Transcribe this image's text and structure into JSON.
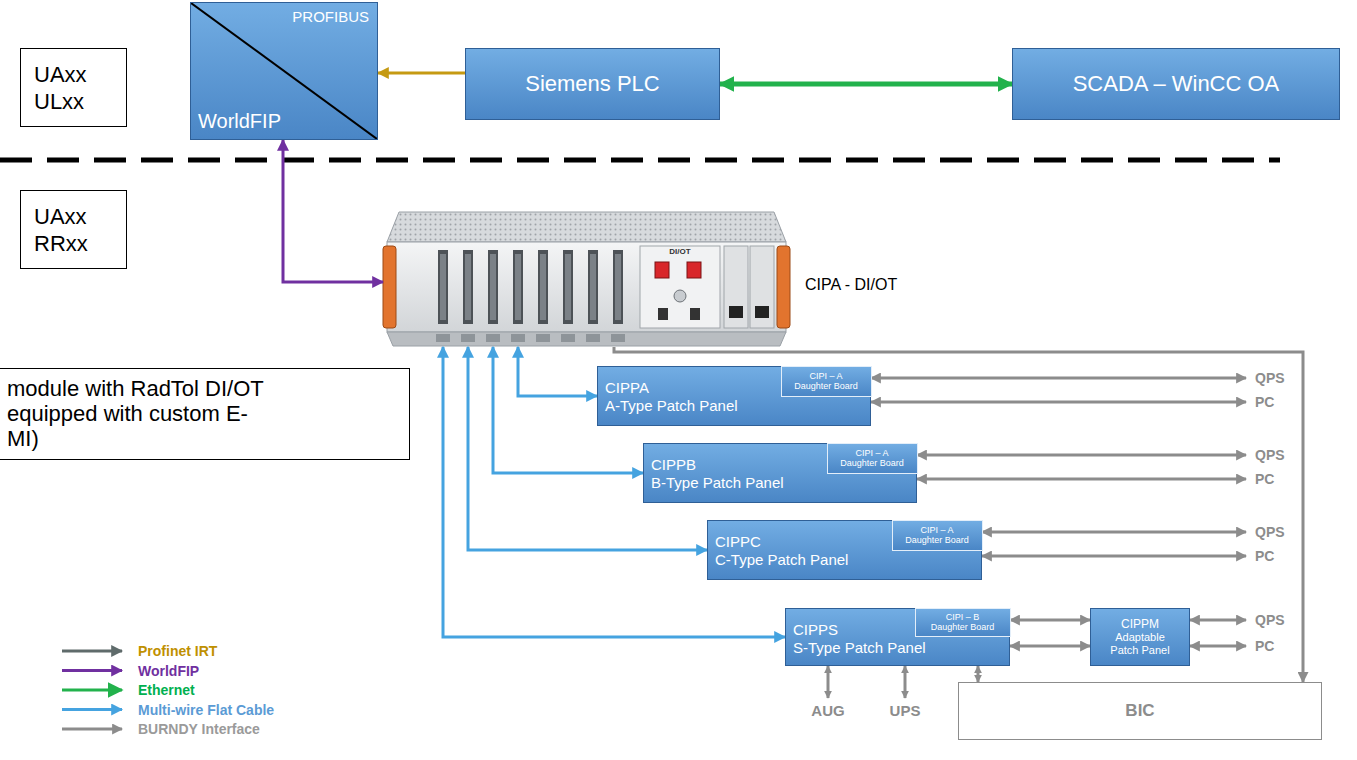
{
  "diagram": {
    "nodes": [
      {
        "text": [
          "UAxx ULxx"
        ]
      },
      {
        "text": [
          "PROFIBUS",
          "WorldFIP"
        ]
      },
      {
        "text": [
          "Siemens PLC"
        ]
      },
      {
        "text": [
          "SCADA – WinCC OA"
        ]
      },
      {
        "text": [
          "UAxx RRxx"
        ]
      },
      {
        "text": [
          "CIPA - DI/OT"
        ]
      },
      {
        "text": [
          "module with RadTol DI/OT equipped with custom E-MI)"
        ]
      },
      {
        "text": [
          "CIPPA",
          "A-Type Patch Panel"
        ]
      },
      {
        "text": [
          "CIPI – A Daughter Board"
        ],
        "in": 7
      },
      {
        "text": [
          "CIPPB",
          "B-Type Patch Panel"
        ]
      },
      {
        "text": [
          "CIPI – A Daughter Board"
        ],
        "in": 9
      },
      {
        "text": [
          "CIPPC",
          "C-Type Patch Panel"
        ]
      },
      {
        "text": [
          "CIPI – A Daughter Board"
        ],
        "in": 11
      },
      {
        "text": [
          "CIPPS",
          "S-Type Patch Panel"
        ]
      },
      {
        "text": [
          "CIPI – B Daughter Board"
        ],
        "in": 13
      },
      {
        "text": [
          "CIPPM",
          "Adaptable Patch Panel"
        ]
      },
      {
        "text": [
          "BIC"
        ]
      }
    ],
    "edges": [
      {
        "from": 2,
        "to": 1,
        "arrow": "to"
      },
      {
        "from": 2,
        "to": 3,
        "arrow": "both"
      },
      {
        "from": 1,
        "to": 5,
        "arrow": "both"
      },
      {
        "from": 5,
        "to": 7,
        "arrow": "both"
      },
      {
        "from": 5,
        "to": 9,
        "arrow": "both"
      },
      {
        "from": 5,
        "to": 11,
        "arrow": "both"
      },
      {
        "from": 5,
        "to": 13,
        "arrow": "both"
      },
      {
        "from": 5,
        "to": 16,
        "arrow": "to"
      },
      {
        "from": 13,
        "to": 15,
        "arrow": "both"
      },
      {
        "from": 13,
        "to": 15,
        "arrow": "both"
      },
      {
        "from": 13,
        "to": 16,
        "arrow": "both"
      }
    ],
    "labels": [
      "DI/OT",
      "QPS",
      "PC",
      "QPS",
      "PC",
      "QPS",
      "PC",
      "QPS",
      "PC",
      "AUG",
      "UPS"
    ],
    "legend": [
      {
        "text": "Profinet IRT"
      },
      {
        "text": "WorldFIP"
      },
      {
        "text": "Ethernet"
      },
      {
        "text": "Multi-wire Flat Cable"
      },
      {
        "text": "BURNDY Interface"
      }
    ]
  }
}
